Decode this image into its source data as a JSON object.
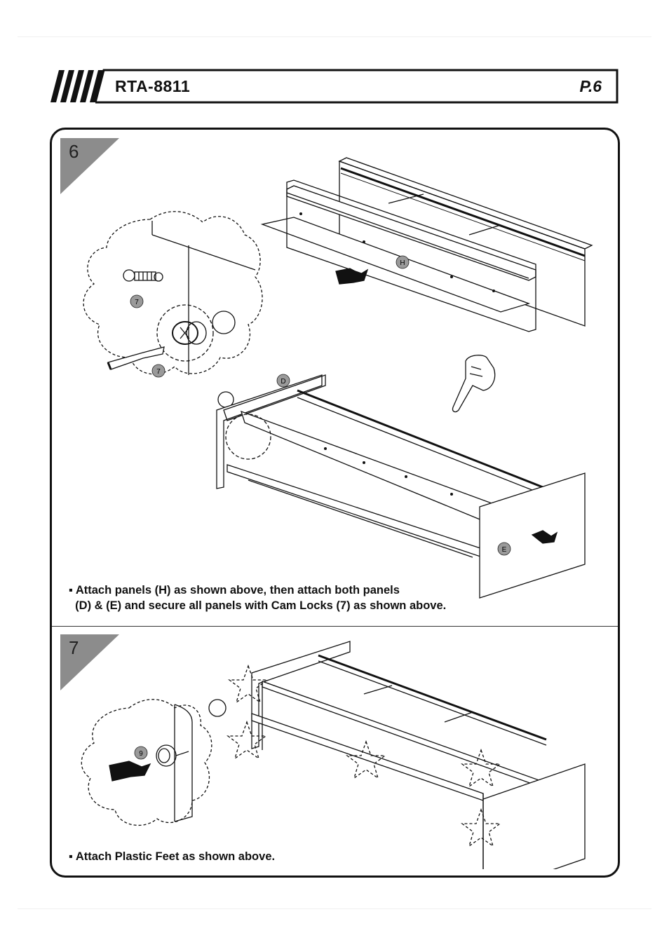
{
  "header": {
    "model": "RTA-8811",
    "page": "P.6"
  },
  "steps": [
    {
      "number": "6",
      "labels": {
        "cam_lock_1": "7",
        "cam_lock_2": "7",
        "panel_d": "D",
        "panel_h": "H",
        "panel_e": "E"
      },
      "instruction_line1": "▪ Attach panels (H) as shown above, then attach both panels",
      "instruction_line2": "  (D) & (E) and secure all panels with Cam Locks (7) as shown above."
    },
    {
      "number": "7",
      "labels": {
        "plastic_feet": "9"
      },
      "instruction_line1": "▪ Attach Plastic Feet as shown above."
    }
  ],
  "colors": {
    "ink": "#111111",
    "step_tab": "#8c8c8c",
    "part_label_bg": "#9a9a9a"
  }
}
